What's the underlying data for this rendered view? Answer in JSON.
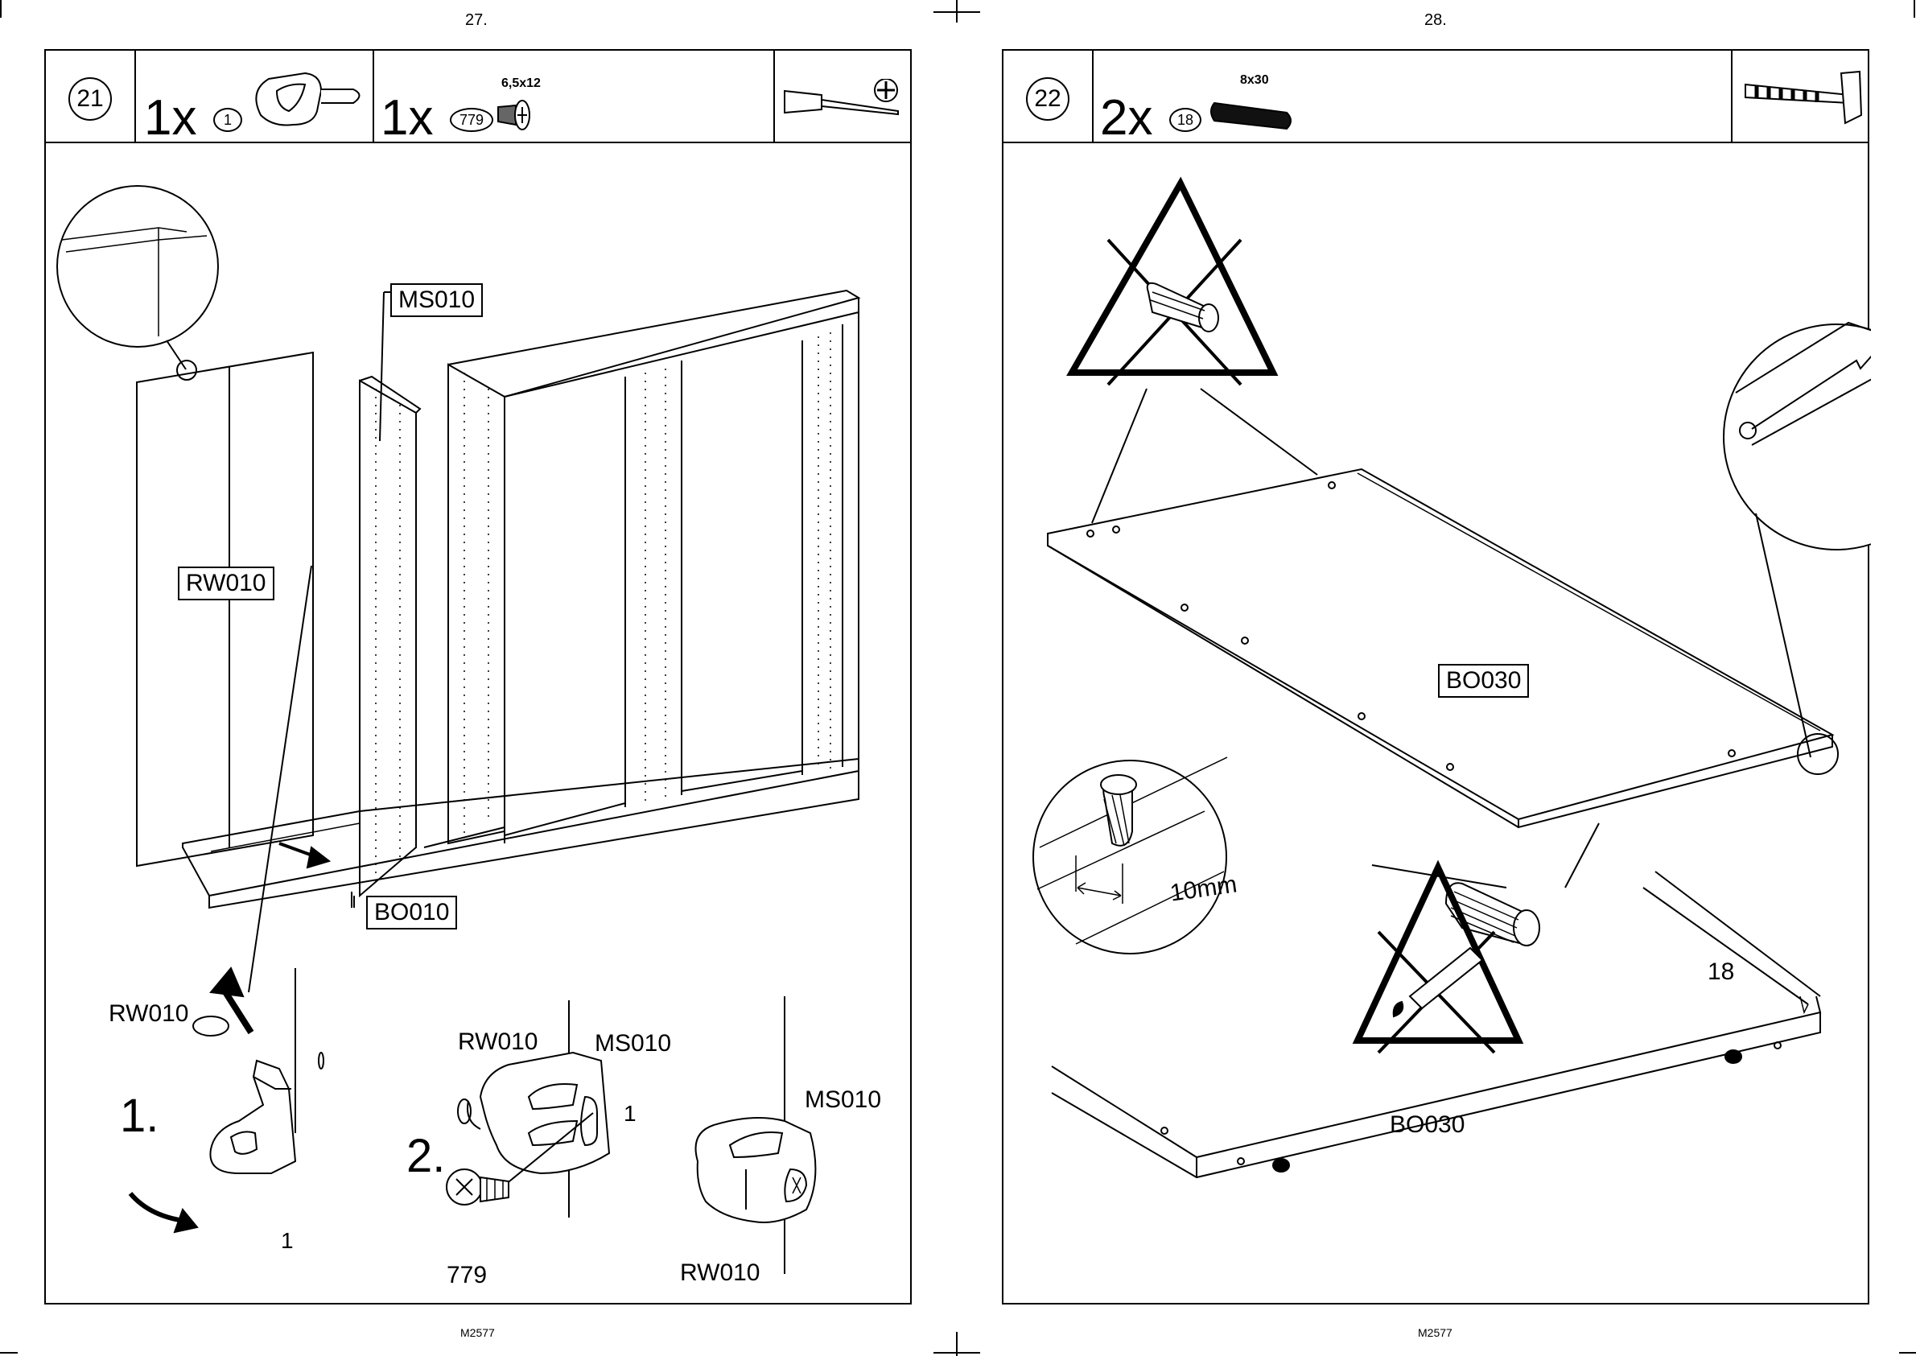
{
  "left_page": {
    "page_number": "27.",
    "footer": "M2577",
    "step": "21",
    "parts": [
      {
        "qty": "1x",
        "part_id": "1",
        "spec": ""
      },
      {
        "qty": "1x",
        "part_id": "779",
        "spec": "6,5x12"
      }
    ],
    "tool_icon": "screwdriver-phillips-icon",
    "labels": {
      "ms010": "MS010",
      "rw010": "RW010",
      "bo010": "BO010",
      "step1_part": "RW010",
      "step1_num": "1.",
      "step1_bracket": "1",
      "step2_num": "2.",
      "step2_rw": "RW010",
      "step2_ms": "MS010",
      "step2_bracket": "1",
      "step2_screw": "779",
      "final_ms": "MS010",
      "final_rw": "RW010"
    }
  },
  "right_page": {
    "page_number": "28.",
    "footer": "M2577",
    "step": "22",
    "parts": [
      {
        "qty": "2x",
        "part_id": "18",
        "spec": "8x30"
      }
    ],
    "tool_icon": "hammer-icon",
    "labels": {
      "bo030_top": "BO030",
      "dowel_depth": "10mm",
      "dowel_id": "18",
      "bo030_bottom": "BO030"
    }
  }
}
